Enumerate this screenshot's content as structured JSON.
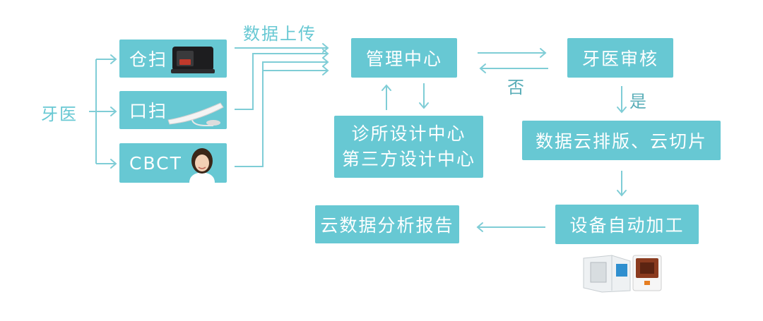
{
  "colors": {
    "box": "#67c8d3",
    "line": "#7fcdd6",
    "text": "#ffffff"
  },
  "source": {
    "label": "牙医",
    "items": [
      {
        "label": "仓扫",
        "icon": "desktop-scanner-icon"
      },
      {
        "label": "口扫",
        "icon": "intraoral-scanner-icon"
      },
      {
        "label": "CBCT",
        "icon": "patient-portrait-icon"
      }
    ]
  },
  "edges": {
    "upload": "数据上传",
    "no": "否",
    "yes": "是"
  },
  "nodes": {
    "center": "管理中心",
    "review": "牙医审核",
    "design": [
      "诊所设计中心",
      "第三方设计中心"
    ],
    "layout": "数据云排版、云切片",
    "machining": "设备自动加工",
    "report": "云数据分析报告"
  },
  "equipment_icon": "milling-machines-icon"
}
